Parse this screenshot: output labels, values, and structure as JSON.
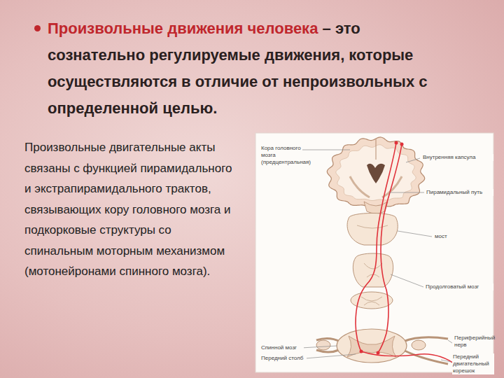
{
  "diagram": {
    "title": "Произвольные движения человека",
    "labels": [
      "– это сознательно регулируемые движения, которые осуществляются в отличие от непроизвольных с определенной целью.",
      "Произвольные двигательные акты связаны с функцией пирамидального и экстрапирамидального трактов, связывающих кору головного мозга и подкорковые структуры со спинальным моторным механизмом (мотонейронами спинного мозга).",
      "Кора головного мозга (предцентральная)",
      "Внутренняя капсула",
      "Пирамидальный путь",
      "мост",
      "Продолговатый мозг",
      "Спинной мозг",
      "Передний столб",
      "Периферийный нерв",
      "Передний двигательный корешок"
    ]
  }
}
